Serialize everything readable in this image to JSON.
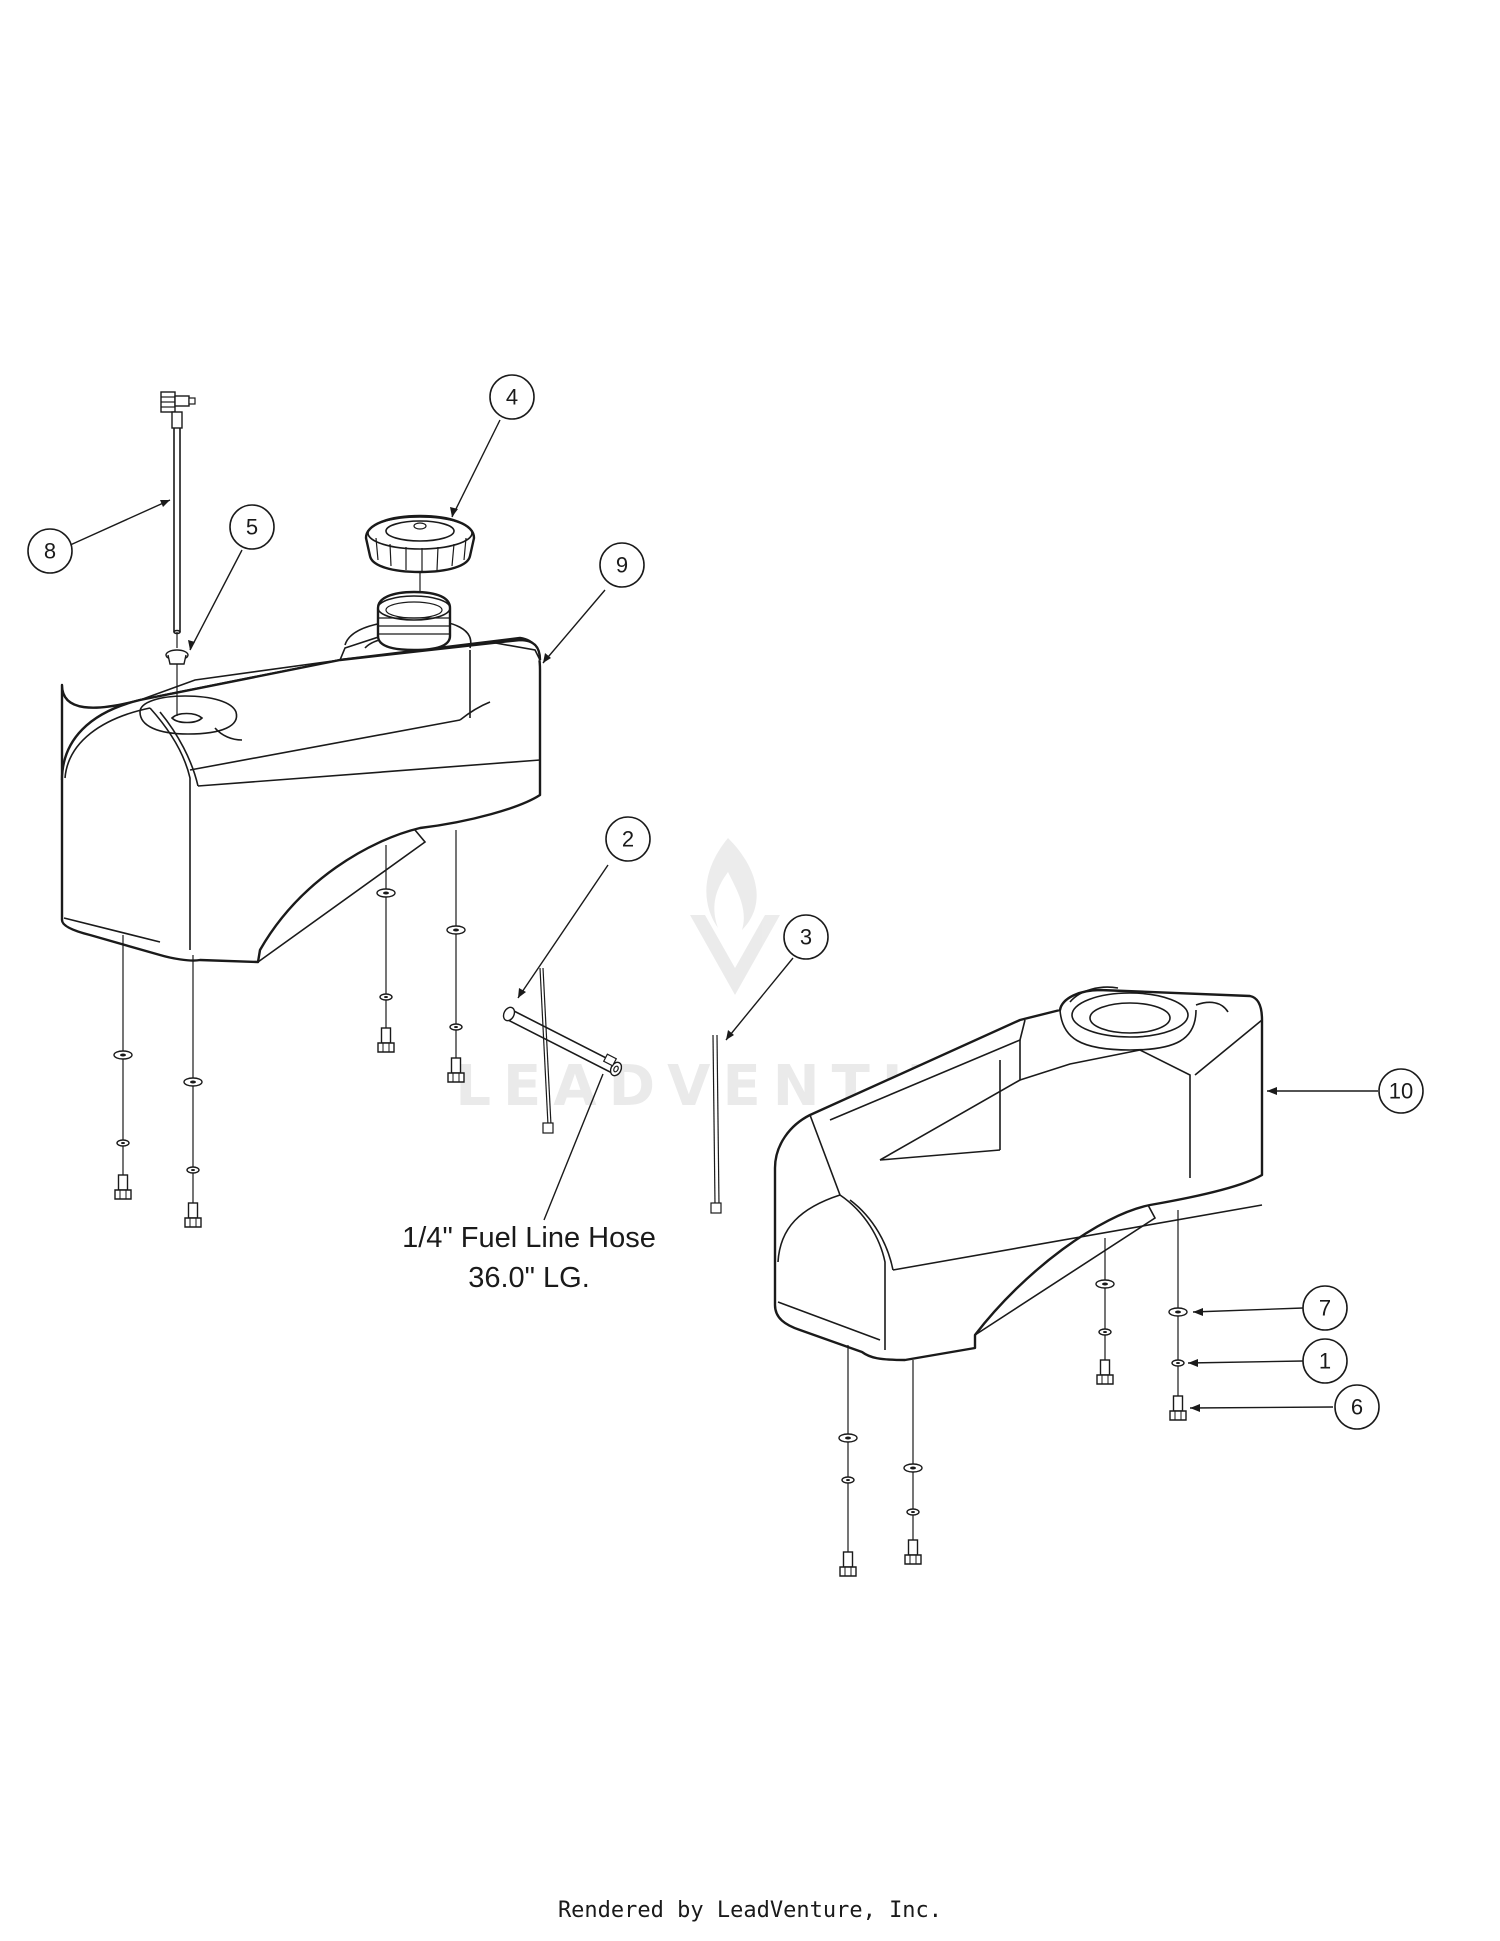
{
  "callouts": {
    "c1": "1",
    "c2": "2",
    "c3": "3",
    "c4": "4",
    "c5": "5",
    "c6": "6",
    "c7": "7",
    "c8": "8",
    "c9": "9",
    "c10": "10"
  },
  "hose_note": {
    "line1": "1/4\" Fuel Line Hose",
    "line2": "36.0\" LG."
  },
  "watermark": "LEADVENTURE",
  "footer": "Rendered by LeadVenture, Inc."
}
